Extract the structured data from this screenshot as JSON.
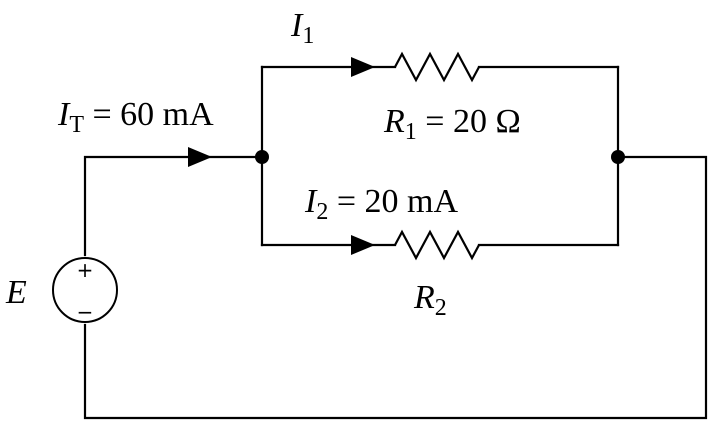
{
  "source": {
    "name": "E",
    "plus": "+",
    "minus": "−"
  },
  "total_current": {
    "symbol": "I",
    "subscript": "T",
    "value_text": " = 60 mA"
  },
  "branch1": {
    "current_symbol": "I",
    "current_subscript": "1",
    "resistor_symbol": "R",
    "resistor_subscript": "1",
    "resistor_value_text": " = 20 Ω"
  },
  "branch2": {
    "current_symbol": "I",
    "current_subscript": "2",
    "current_value_text": " = 20 mA",
    "resistor_symbol": "R",
    "resistor_subscript": "2"
  }
}
